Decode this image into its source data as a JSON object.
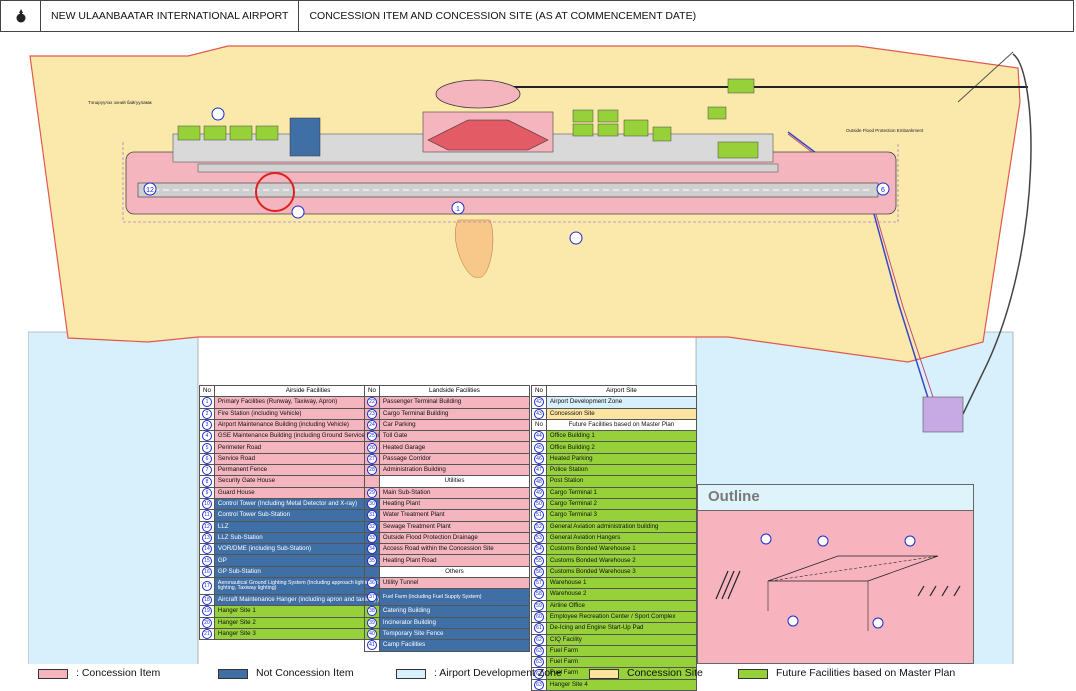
{
  "header": {
    "airport": "NEW ULAANBAATAR INTERNATIONAL AIRPORT",
    "title": "CONCESSION ITEM AND CONCESSION SITE (AS AT COMMENCEMENT DATE)"
  },
  "colors": {
    "concession_item": "#f5b5bf",
    "not_concession_item": "#3f6fa5",
    "airport_development_zone": "#d8f0fb",
    "concession_site": "#fbe3a0",
    "future_facilities": "#96d13a",
    "map_boundary": "#e8453c",
    "road": "#3a48c8"
  },
  "legend": [
    {
      "label": ": Concession Ⅰtem",
      "color_key": "concession_item"
    },
    {
      "label": "Not Concession Ⅰtem",
      "color_key": "not_concession_item"
    },
    {
      "label": ": Airport Development Zone",
      "color_key": "airport_development_zone"
    },
    {
      "label": "Concession Site",
      "color_key": "concession_site"
    },
    {
      "label": "Future Facilities based on Master Plan",
      "color_key": "future_facilities"
    }
  ],
  "map_labels": {
    "rwy_thr_w": "12",
    "rwy_thr_e": "6",
    "main_no": "1",
    "outline_title": "Outline",
    "annotation_right_1": "Outside Flood Protection Embankment",
    "annotation_top_left": "Тэгшрүүлэх эхний байгууламж"
  },
  "airside": {
    "header_no": "No",
    "header": "Airside Facilities",
    "rows": [
      {
        "no": "1",
        "label": "Primary Facilities (Runway, Taxiway, Apron)",
        "cls": "c-pink"
      },
      {
        "no": "2",
        "label": "Fire Station (including Vehicle)",
        "cls": "c-pink"
      },
      {
        "no": "3",
        "label": "Airport Maintenance Building (including Vehicle)",
        "cls": "c-pink"
      },
      {
        "no": "4",
        "label": "GSE Maintenance Building (including Ground Service Equipment)",
        "cls": "c-pink"
      },
      {
        "no": "5",
        "label": "Perimeter Road",
        "cls": "c-pink"
      },
      {
        "no": "6",
        "label": "Service Road",
        "cls": "c-pink"
      },
      {
        "no": "7",
        "label": "Permanent Fence",
        "cls": "c-pink"
      },
      {
        "no": "8",
        "label": "Security Gate House",
        "cls": "c-pink"
      },
      {
        "no": "9",
        "label": "Guard House",
        "cls": "c-pink"
      },
      {
        "no": "10",
        "label": "Control Tower (Including Metal Detector and X-ray)",
        "cls": "c-blue"
      },
      {
        "no": "11",
        "label": "Control Tower Sub-Station",
        "cls": "c-blue"
      },
      {
        "no": "12",
        "label": "LLZ",
        "cls": "c-blue"
      },
      {
        "no": "13",
        "label": "LLZ Sub-Station",
        "cls": "c-blue"
      },
      {
        "no": "14",
        "label": "VOR/DME (including Sub-Station)",
        "cls": "c-blue"
      },
      {
        "no": "15",
        "label": "GP",
        "cls": "c-blue"
      },
      {
        "no": "16",
        "label": "GP Sub-Station",
        "cls": "c-blue"
      },
      {
        "no": "17",
        "label": "Aeronautical Ground Lighting System (Including approach lighting, Runway lighting, Taxiway lighting)",
        "cls": "c-blue",
        "tall": true
      },
      {
        "no": "18",
        "label": "Aircraft Maintenance Hanger (including apron and taxiway)",
        "cls": "c-blue"
      },
      {
        "no": "19",
        "label": "Hanger Site 1",
        "cls": "c-green"
      },
      {
        "no": "20",
        "label": "Hanger Site 2",
        "cls": "c-green"
      },
      {
        "no": "21",
        "label": "Hanger Site 3",
        "cls": "c-green"
      }
    ]
  },
  "landside": {
    "header_no": "No",
    "header": "Landside Facilities",
    "rows": [
      {
        "no": "22",
        "label": "Passenger Terminal Building",
        "cls": "c-pink"
      },
      {
        "no": "23",
        "label": "Cargo Terminal Building",
        "cls": "c-pink"
      },
      {
        "no": "24",
        "label": "Car Parking",
        "cls": "c-pink"
      },
      {
        "no": "25",
        "label": "Toll Gate",
        "cls": "c-pink"
      },
      {
        "no": "26",
        "label": "Heated Garage",
        "cls": "c-pink"
      },
      {
        "no": "27",
        "label": "Passage Corridor",
        "cls": "c-pink"
      },
      {
        "no": "28",
        "label": "Administration Building",
        "cls": "c-pink"
      },
      {
        "no": "",
        "label": "Utilities",
        "cls": "c-white"
      },
      {
        "no": "29",
        "label": "Main Sub-Station",
        "cls": "c-pink"
      },
      {
        "no": "30",
        "label": "Heating Plant",
        "cls": "c-pink"
      },
      {
        "no": "31",
        "label": "Water Treatment Plant",
        "cls": "c-pink"
      },
      {
        "no": "32",
        "label": "Sewage Treatment Plant",
        "cls": "c-pink"
      },
      {
        "no": "33",
        "label": "Outside Flood Protection Drainage",
        "cls": "c-pink"
      },
      {
        "no": "34",
        "label": "Access Road within the Concession Site",
        "cls": "c-pink"
      },
      {
        "no": "35",
        "label": "Heating Plant Road",
        "cls": "c-pink"
      },
      {
        "no": "",
        "label": "Others",
        "cls": "c-white"
      },
      {
        "no": "36",
        "label": "Utility Tunnel",
        "cls": "c-pink"
      },
      {
        "no": "37",
        "label": "Fuel Farm (including Fuel Supply System)",
        "cls": "c-blue",
        "tall": true
      },
      {
        "no": "38",
        "label": "Catering Building",
        "cls": "c-blue"
      },
      {
        "no": "39",
        "label": "Incinerator Building",
        "cls": "c-blue"
      },
      {
        "no": "40",
        "label": "Temporary Site Fence",
        "cls": "c-blue"
      },
      {
        "no": "41",
        "label": "Camp Facilities",
        "cls": "c-blue"
      }
    ]
  },
  "airport_site": {
    "header_no": "No",
    "header": "Airport Site",
    "rows": [
      {
        "no": "42",
        "label": "Airport Development Zone",
        "cls": "c-lblue"
      },
      {
        "no": "43",
        "label": "Concession Site",
        "cls": "c-yellow"
      },
      {
        "no": "No",
        "label": "Future Facilities based on Master Plan",
        "cls": "c-white",
        "plain": true
      },
      {
        "no": "44",
        "label": "Office Building 1",
        "cls": "c-green"
      },
      {
        "no": "45",
        "label": "Office Building 2",
        "cls": "c-green"
      },
      {
        "no": "46",
        "label": "Heated Parking",
        "cls": "c-green"
      },
      {
        "no": "47",
        "label": "Police Station",
        "cls": "c-green"
      },
      {
        "no": "48",
        "label": "Post Station",
        "cls": "c-green"
      },
      {
        "no": "49",
        "label": "Cargo Terminal 1",
        "cls": "c-green"
      },
      {
        "no": "50",
        "label": "Cargo Terminal 2",
        "cls": "c-green"
      },
      {
        "no": "51",
        "label": "Cargo Terminal 3",
        "cls": "c-green"
      },
      {
        "no": "52",
        "label": "General Aviation administration building",
        "cls": "c-green"
      },
      {
        "no": "53",
        "label": "General Aviation Hangers",
        "cls": "c-green"
      },
      {
        "no": "54",
        "label": "Customs Bonded Warehouse 1",
        "cls": "c-green"
      },
      {
        "no": "55",
        "label": "Customs Bonded Warehouse 2",
        "cls": "c-green"
      },
      {
        "no": "56",
        "label": "Customs Bonded Warehouse 3",
        "cls": "c-green"
      },
      {
        "no": "57",
        "label": "Warehouse 1",
        "cls": "c-green"
      },
      {
        "no": "58",
        "label": "Warehouse 2",
        "cls": "c-green"
      },
      {
        "no": "59",
        "label": "Airline Office",
        "cls": "c-green"
      },
      {
        "no": "60",
        "label": "Employee Recreation Center / Sport Complex",
        "cls": "c-green"
      },
      {
        "no": "61",
        "label": "De-Icing and Engine Start-Up Pad",
        "cls": "c-green"
      },
      {
        "no": "62",
        "label": "CIQ Facility",
        "cls": "c-green"
      },
      {
        "no": "63",
        "label": "Fuel Farm",
        "cls": "c-green"
      },
      {
        "no": "63",
        "label": "Fuel Farm",
        "cls": "c-green"
      },
      {
        "no": "63",
        "label": "Fuel Farm",
        "cls": "c-green"
      },
      {
        "no": "63",
        "label": "Hanger Site 4",
        "cls": "c-green"
      }
    ]
  }
}
